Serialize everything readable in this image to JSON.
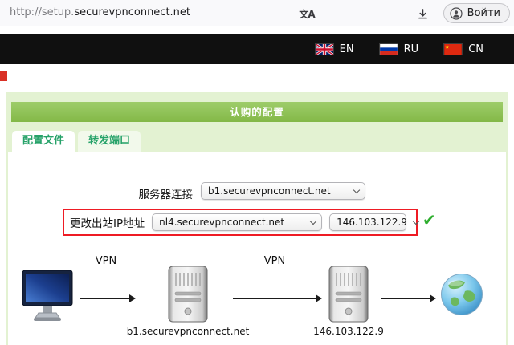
{
  "browser": {
    "url_prefix": "http://setup.",
    "url_domain": "securevpnconnect.net",
    "login_label": "Войти"
  },
  "lang_nav": {
    "items": [
      {
        "label": "EN"
      },
      {
        "label": "RU"
      },
      {
        "label": "CN"
      }
    ]
  },
  "panel": {
    "title": "认购的配置",
    "tabs": [
      {
        "label": "配置文件",
        "active": true
      },
      {
        "label": "转发端口",
        "active": false
      }
    ],
    "server_row": {
      "label": "服务器连接",
      "value": "b1.securevpnconnect.net"
    },
    "outbound_row": {
      "label": "更改出站IP地址",
      "server_value": "nl4.securevpnconnect.net",
      "ip_value": "146.103.122.9"
    },
    "diagram": {
      "vpn1": "VPN",
      "vpn2": "VPN",
      "server1_caption": "b1.securevpnconnect.net",
      "server2_caption": "146.103.122.9"
    }
  },
  "colors": {
    "header_green": "#8fc156",
    "panel_bg": "#e3f2d2",
    "tab_text_green": "#26a269",
    "highlight_red": "#ee1b24",
    "check_green": "#2fae2f",
    "dark_bar": "#101010"
  }
}
